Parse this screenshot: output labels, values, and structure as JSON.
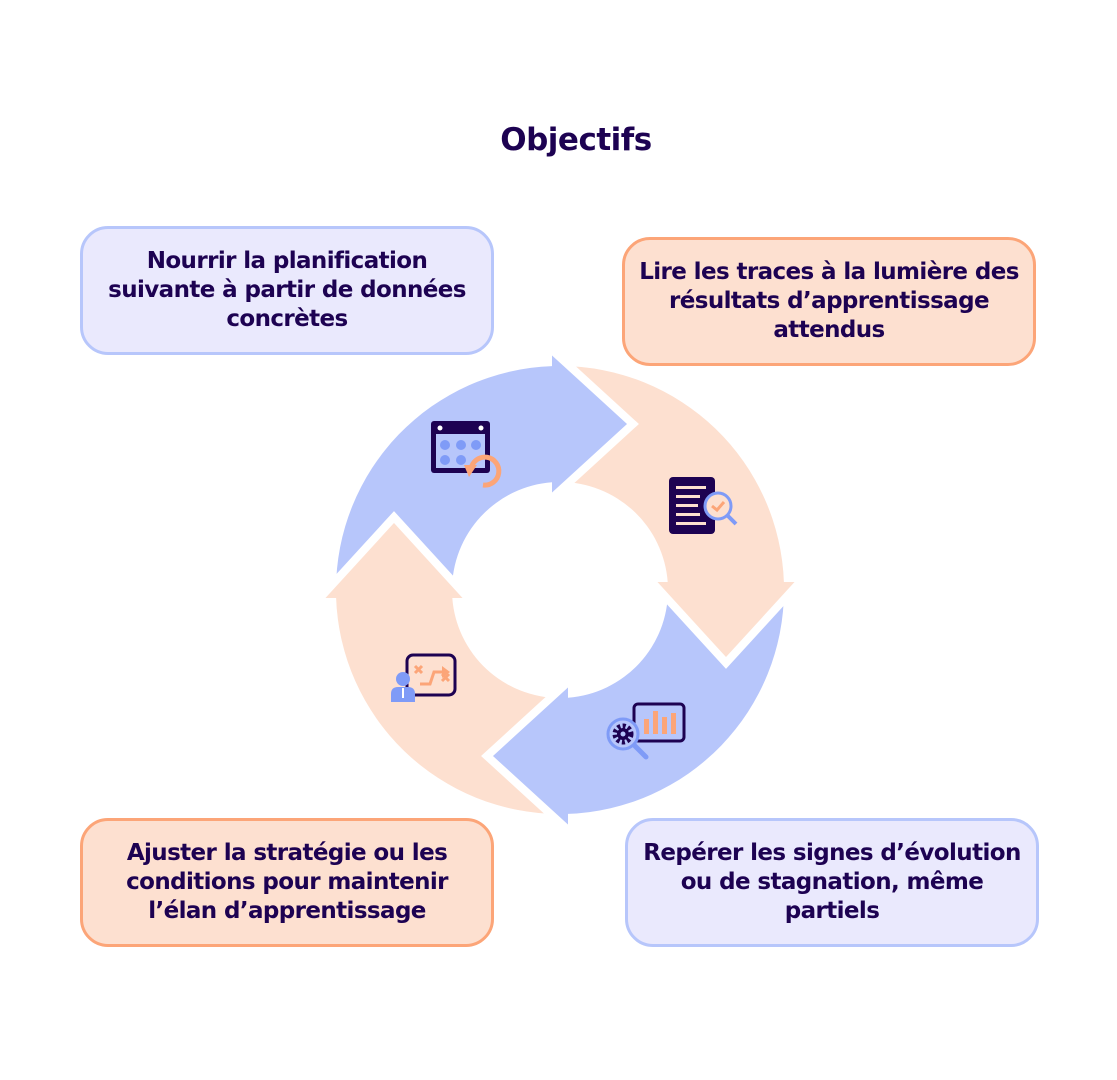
{
  "title": "Objectifs",
  "colors": {
    "blue": "#b7c6fb",
    "peach": "#fde0d0",
    "text": "#1d0252",
    "orange": "#fca578",
    "icon_blue": "#7f9bf7"
  },
  "steps": [
    {
      "text": "Nourrir la planification suivante à partir de données concrètes",
      "icon": "calendar-refresh-icon",
      "color": "blue"
    },
    {
      "text": "Lire les traces à la lumière des résultats d’apprentissage attendus",
      "icon": "document-search-check-icon",
      "color": "peach"
    },
    {
      "text": "Repérer les signes d’évolution ou de stagnation, même partiels",
      "icon": "chart-gear-search-icon",
      "color": "blue"
    },
    {
      "text": "Ajuster la stratégie ou les conditions pour maintenir l’élan d’apprentissage",
      "icon": "strategy-board-person-icon",
      "color": "peach"
    }
  ]
}
